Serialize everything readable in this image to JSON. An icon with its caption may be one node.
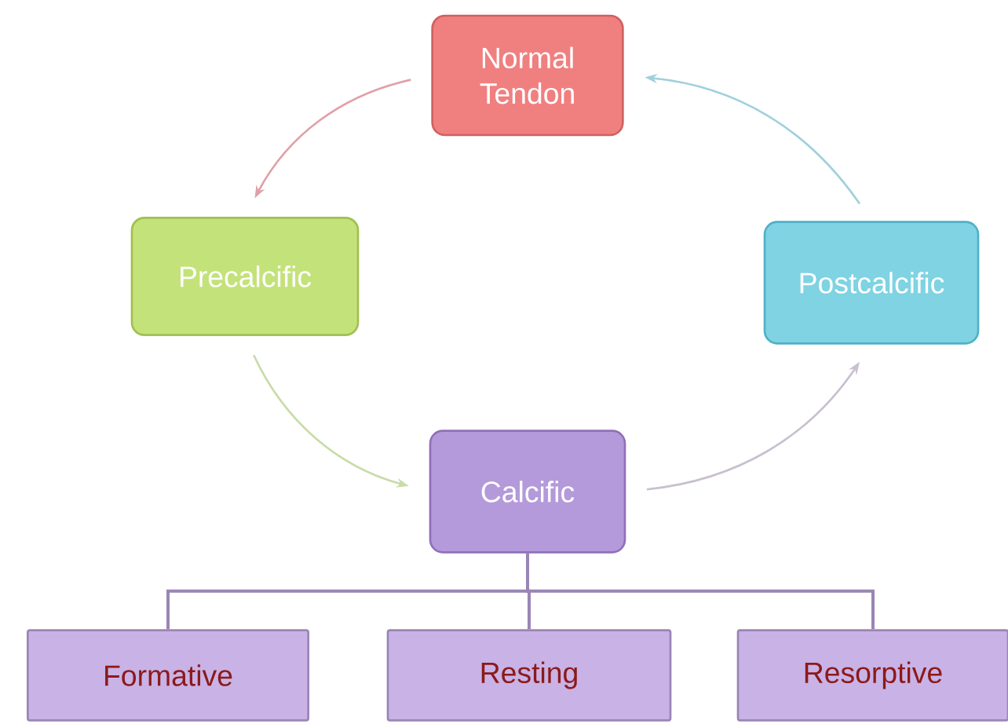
{
  "diagram": {
    "nodes": [
      {
        "text": [
          "Normal Tendon"
        ]
      },
      {
        "text": [
          "Precalcific"
        ]
      },
      {
        "text": [
          "Postcalcific"
        ]
      },
      {
        "text": [
          "Calcific"
        ]
      },
      {
        "text": [
          "Formative"
        ]
      },
      {
        "text": [
          "Resting"
        ]
      },
      {
        "text": [
          "Resorptive"
        ]
      }
    ],
    "edges": [
      {
        "from": 0,
        "to": 1,
        "arrow": "to",
        "color": "#e0a0a8"
      },
      {
        "from": 1,
        "to": 3,
        "arrow": "to",
        "color": "#c8dba8"
      },
      {
        "from": 3,
        "to": 2,
        "arrow": "to",
        "color": "#c8c0d0"
      },
      {
        "from": 2,
        "to": 0,
        "arrow": "to",
        "color": "#a0d0dc"
      },
      {
        "from": 3,
        "to": 4,
        "arrow": "none"
      },
      {
        "from": 3,
        "to": 5,
        "arrow": "none"
      },
      {
        "from": 3,
        "to": 6,
        "arrow": "none"
      }
    ]
  }
}
